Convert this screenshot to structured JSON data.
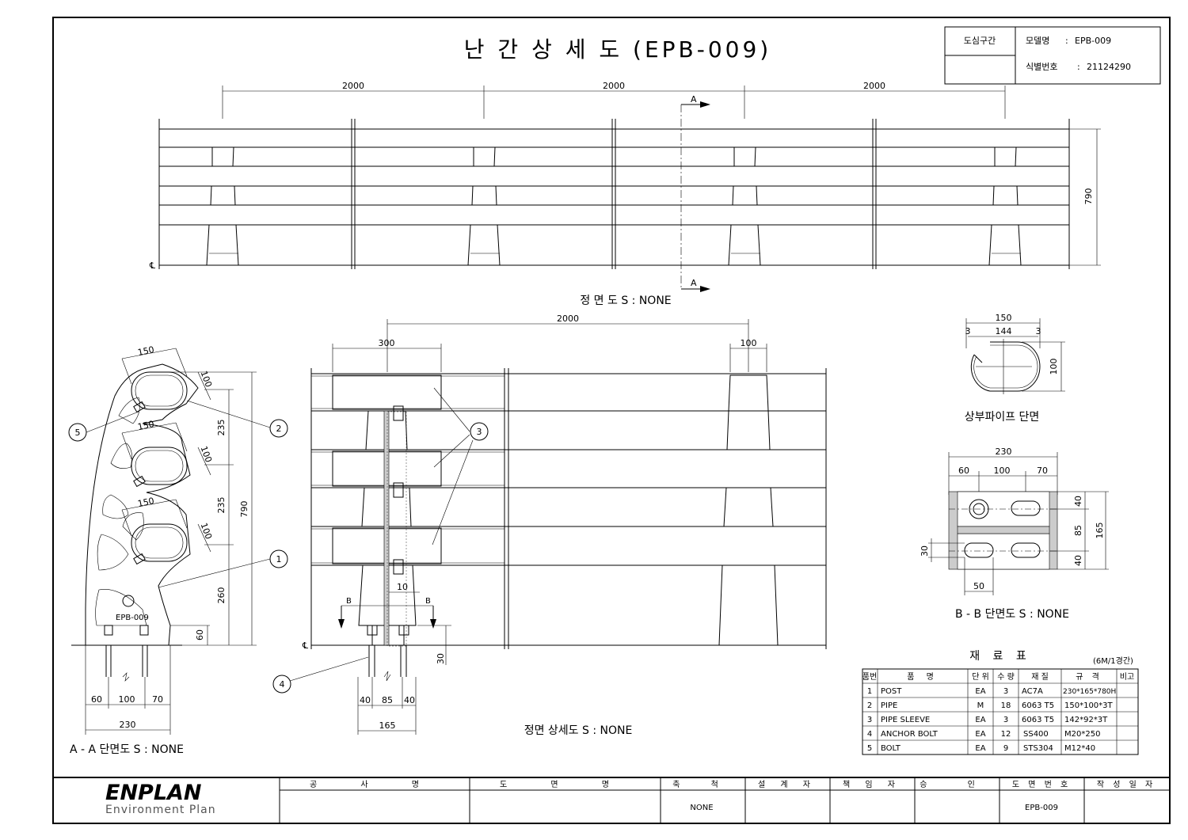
{
  "title": "난 간 상 세 도 (EPB-009)",
  "info_box": {
    "category": "도심구간",
    "model_label": "모델명",
    "model_value": "EPB-009",
    "id_label": "식별번호",
    "id_value": "21124290"
  },
  "front_view": {
    "caption": "정 면 도 S : NONE",
    "spans": [
      "2000",
      "2000",
      "2000"
    ],
    "height": "790",
    "section_mark": "A",
    "cl_mark": "℄"
  },
  "section_aa": {
    "caption": "A - A 단면도 S : NONE",
    "dims": {
      "pipe_w1": "150",
      "pipe_h1": "100",
      "pipe_w2": "150",
      "pipe_h2": "100",
      "pipe_w3": "150",
      "pipe_h3": "100",
      "s235a": "235",
      "s235b": "235",
      "s260": "260",
      "s60": "60",
      "total": "790",
      "b60": "60",
      "b100": "100",
      "b70": "70",
      "b230": "230"
    },
    "post_mark": "EPB-009",
    "balloons": [
      "5",
      "2",
      "1",
      "4"
    ]
  },
  "front_detail": {
    "caption": "정면 상세도 S : NONE",
    "dims": {
      "span": "2000",
      "w300": "300",
      "w100": "100",
      "d10": "10",
      "b40a": "40",
      "b85": "85",
      "b40b": "40",
      "b165": "165",
      "d30": "30"
    },
    "section_mark": "B",
    "balloon": "3"
  },
  "pipe_section": {
    "caption": "상부파이프 단면",
    "dims": {
      "w150": "150",
      "w144": "144",
      "t3a": "3",
      "t3b": "3",
      "h100": "100"
    }
  },
  "section_bb": {
    "caption": "B - B 단면도 S : NONE",
    "dims": {
      "w230": "230",
      "d60": "60",
      "d100": "100",
      "d70": "70",
      "h40a": "40",
      "h85": "85",
      "h40b": "40",
      "h165": "165",
      "h30": "30",
      "w50": "50"
    }
  },
  "material_table": {
    "title": "재 료 표",
    "note": "(6M/1경간)",
    "headers": [
      "품번",
      "품 명",
      "단 위",
      "수 량",
      "재 질",
      "규 격",
      "비고"
    ],
    "rows": [
      [
        "1",
        "POST",
        "EA",
        "3",
        "AC7A",
        "230*165*780H",
        ""
      ],
      [
        "2",
        "PIPE",
        "M",
        "18",
        "6063 T5",
        "150*100*3T",
        ""
      ],
      [
        "3",
        "PIPE SLEEVE",
        "EA",
        "3",
        "6063 T5",
        "142*92*3T",
        ""
      ],
      [
        "4",
        "ANCHOR BOLT",
        "EA",
        "12",
        "SS400",
        "M20*250",
        ""
      ],
      [
        "5",
        "BOLT",
        "EA",
        "9",
        "STS304",
        "M12*40",
        ""
      ]
    ]
  },
  "title_block": {
    "logo": "ENPLAN",
    "logo_sub": "Environment Plan",
    "headers": [
      "공 사 명",
      "도 면 명",
      "축 척",
      "설 계 자",
      "책 임 자",
      "승 인",
      "도 면 번 호",
      "작 성 일 자"
    ],
    "values": [
      "",
      "",
      "NONE",
      "",
      "",
      "",
      "EPB-009",
      ""
    ]
  }
}
